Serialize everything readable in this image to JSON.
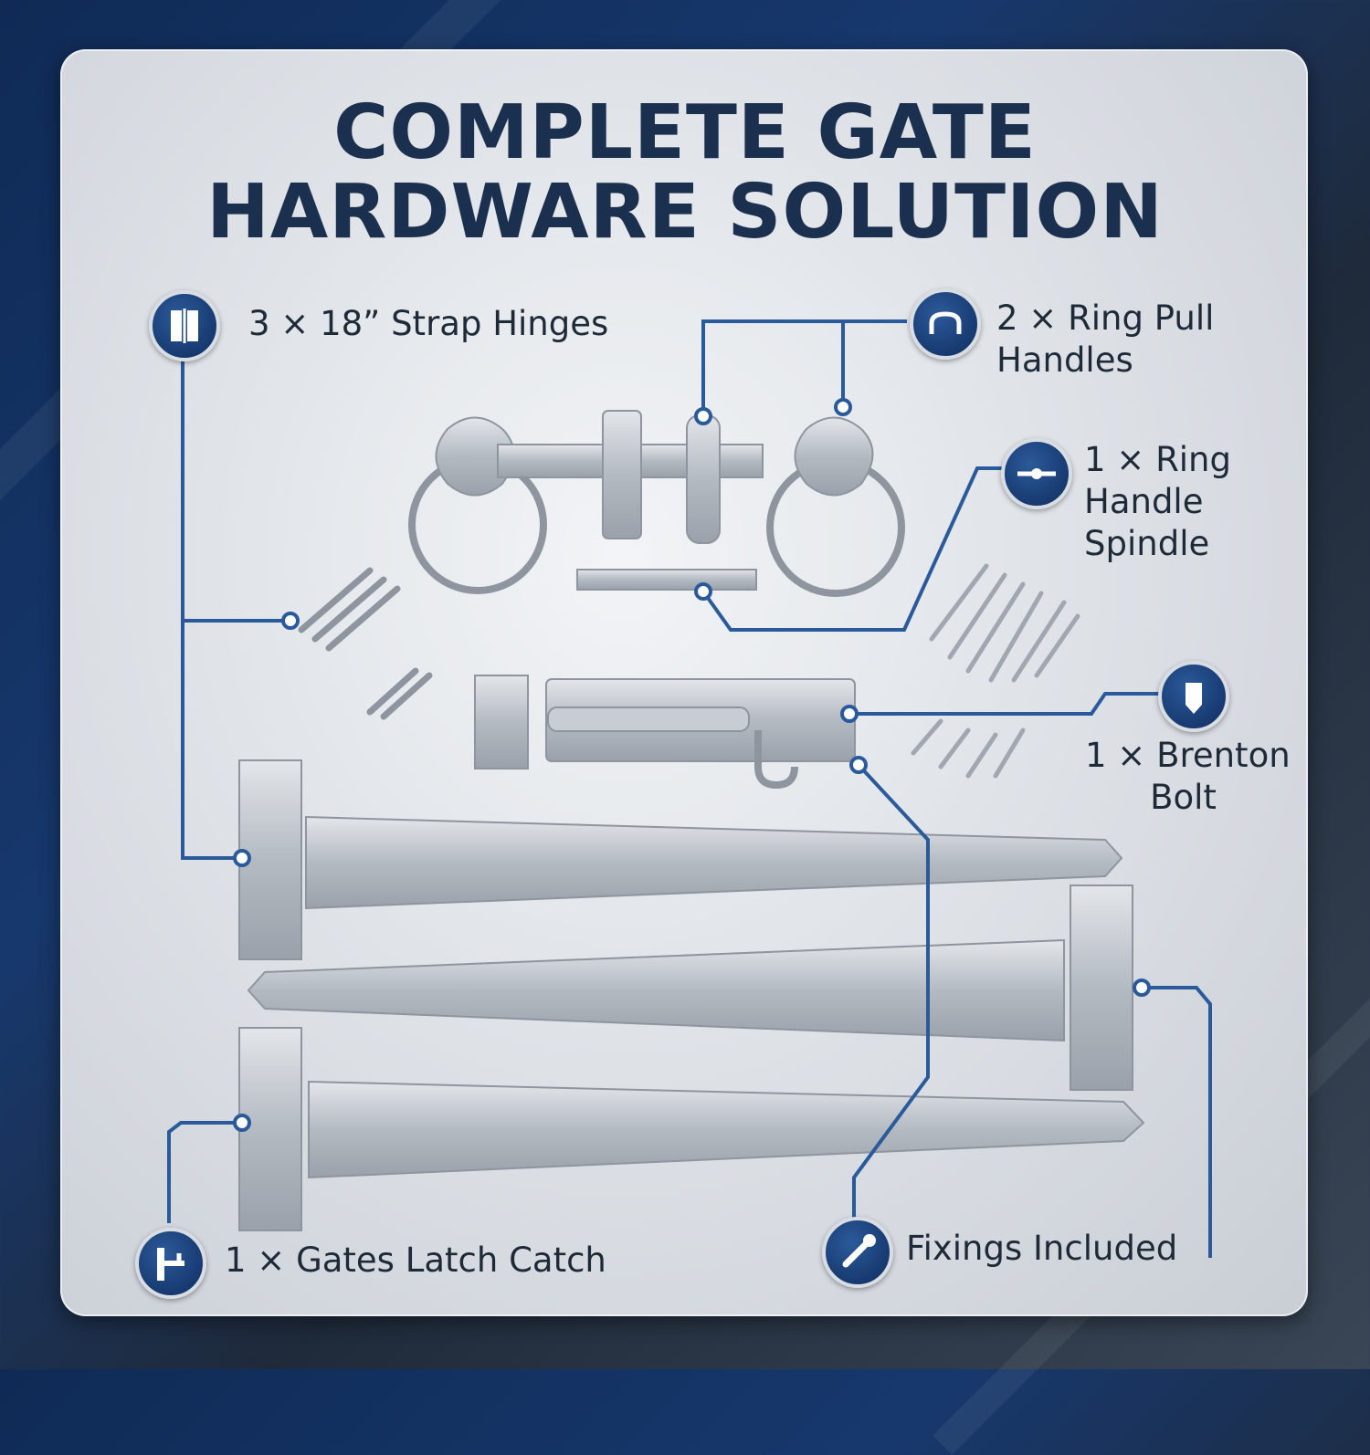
{
  "headline": {
    "line1": "COMPLETE GATE",
    "line2": "HARDWARE SOLUTION"
  },
  "callouts": [
    {
      "id": "strap-hinges",
      "icon": "hinge-icon",
      "lines": [
        "3 × 18” Strap Hinges"
      ]
    },
    {
      "id": "ring-pull",
      "icon": "handle-icon",
      "lines": [
        "2 × Ring Pull",
        "Handles"
      ]
    },
    {
      "id": "spindle",
      "icon": "spindle-icon",
      "lines": [
        "1 × Ring",
        "Handle",
        "Spindle"
      ]
    },
    {
      "id": "brenton-bolt",
      "icon": "bolt-icon",
      "lines": [
        "1 × Brenton",
        "Bolt"
      ]
    },
    {
      "id": "latch-catch",
      "icon": "latch-icon",
      "lines": [
        "1 × Gates Latch Catch"
      ]
    },
    {
      "id": "fixings",
      "icon": "screw-icon",
      "lines": [
        "Fixings Included"
      ]
    }
  ],
  "colors": {
    "title": "#1b2f4e",
    "accent": "#173a70",
    "leader_line": "#2a5a9a",
    "metal": "#b9bec5"
  }
}
